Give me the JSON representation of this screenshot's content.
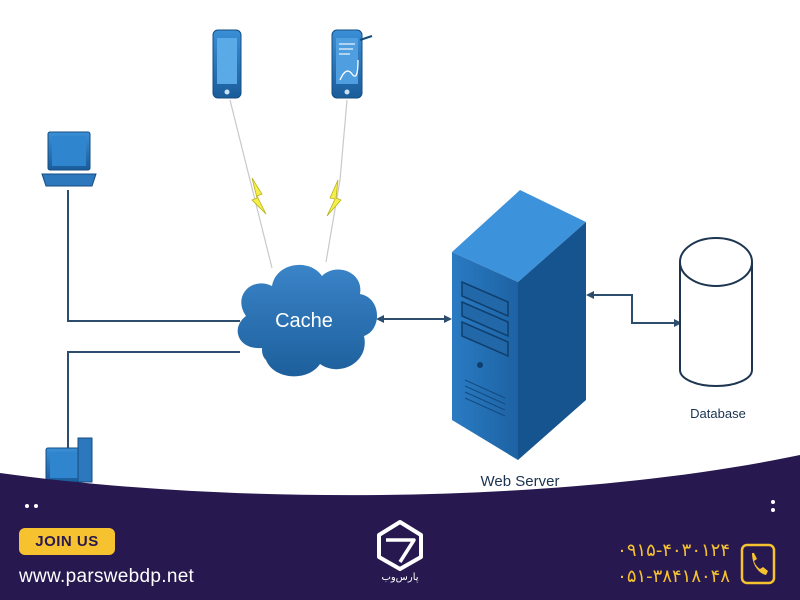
{
  "diagram": {
    "nodes": {
      "cache": "Cache",
      "web_server": "Web Server",
      "database": "Database"
    }
  },
  "footer": {
    "join_label": "JOIN US",
    "website": "www.parswebdp.net",
    "brand_name": "پارس‌وب",
    "phones": [
      "۰۹۱۵-۴۰۳۰۱۲۴",
      "۰۵۱-۳۸۴۱۸۰۴۸"
    ]
  },
  "colors": {
    "footer_bg": "#27184f",
    "accent": "#f6c230",
    "device_blue": "#1f6fb0",
    "cloud_blue": "#2b73b8"
  },
  "icons": [
    "smartphone-icon",
    "tablet-icon",
    "laptop-icon",
    "desktop-icon",
    "cloud-icon",
    "server-icon",
    "database-icon",
    "lightning-icon",
    "phone-icon",
    "brand-logo-icon"
  ]
}
